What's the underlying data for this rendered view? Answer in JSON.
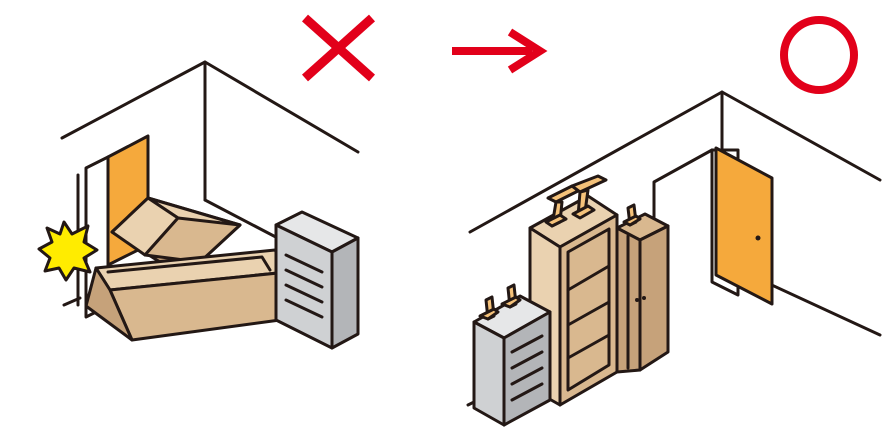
{
  "scene": {
    "description_free": true,
    "left_panel": {
      "mark": "cross-mark",
      "state": "wrong"
    },
    "arrow": {
      "icon": "arrow-right-icon"
    },
    "right_panel": {
      "mark": "circle-mark",
      "state": "correct"
    }
  },
  "colors": {
    "accent_red": "#e2001a",
    "door_orange": "#f5a93c",
    "furniture_tan": "#ead2b0",
    "furniture_brown": "#c6a27a",
    "cabinet_gray": "#cfd1d3",
    "impact_yellow": "#ffec00",
    "line": "#231815"
  }
}
